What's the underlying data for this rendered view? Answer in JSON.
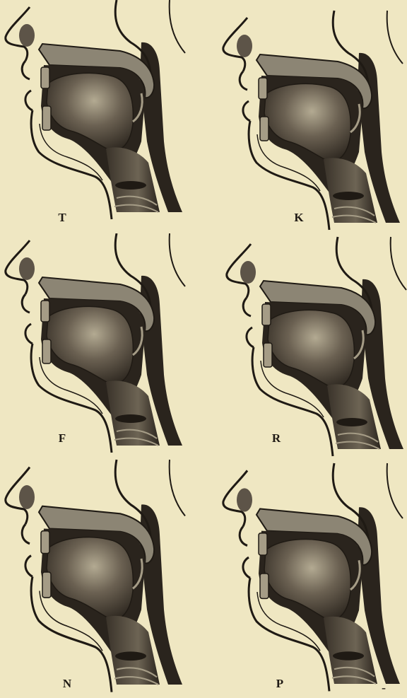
{
  "figures": [
    {
      "id": "t",
      "label": "T"
    },
    {
      "id": "k",
      "label": "K"
    },
    {
      "id": "f",
      "label": "F"
    },
    {
      "id": "r",
      "label": "R"
    },
    {
      "id": "n",
      "label": "N"
    },
    {
      "id": "p",
      "label": "P"
    }
  ],
  "corner_mark": "-",
  "colors": {
    "paper": "#efe7c2",
    "ink": "#1f1a14",
    "shade_dark": "#2a241d",
    "shade_mid": "#5d5448",
    "shade_light": "#a59c86",
    "palate_bone": "#8c8574"
  },
  "icons": [
    "sagittal-section-head-drawing"
  ]
}
